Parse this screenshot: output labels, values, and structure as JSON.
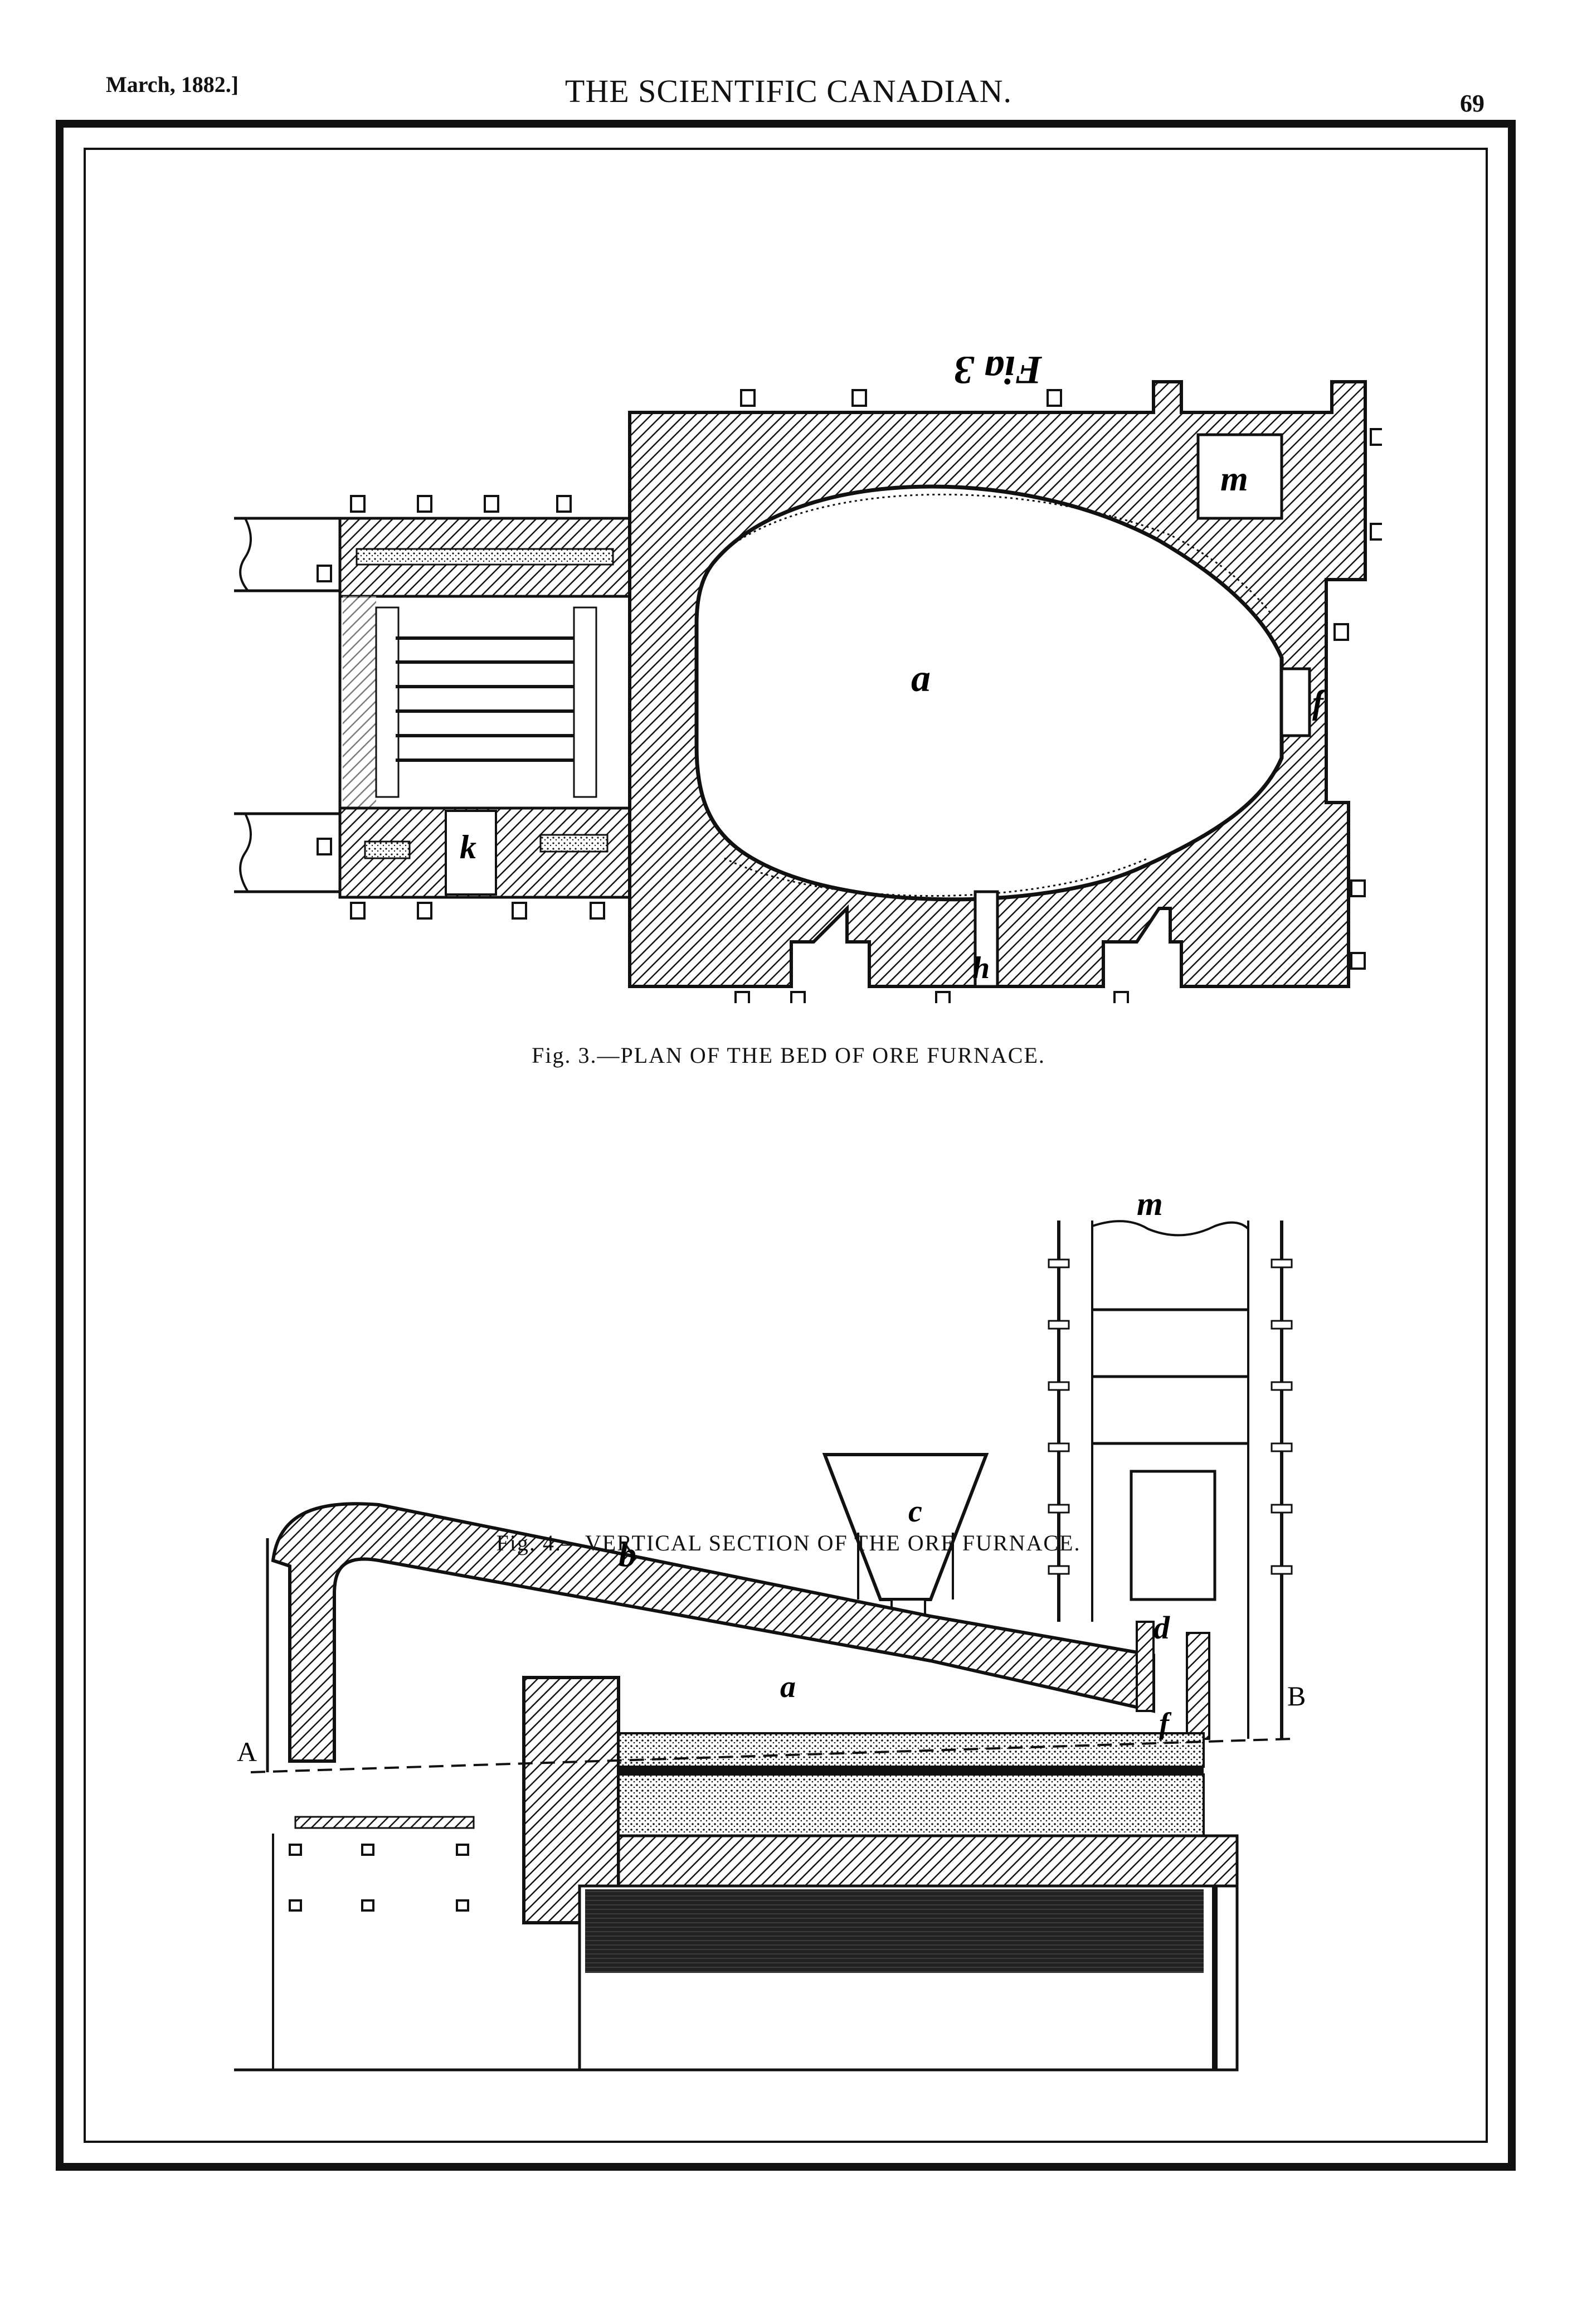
{
  "header": {
    "date": "March, 1882.]",
    "journal_title": "THE SCIENTIFIC CANADIAN.",
    "page_number": "69"
  },
  "figure3": {
    "caption": "Fig. 3.—PLAN OF THE BED OF ORE FURNACE.",
    "script_title": "Fig 3",
    "labels": {
      "a": "a",
      "m": "m",
      "f": "f",
      "k": "k",
      "h": "h"
    }
  },
  "figure4": {
    "caption": "Fig. 4.—VERTICAL SECTION OF THE ORE FURNACE.",
    "labels": {
      "m": "m",
      "c": "c",
      "b": "b",
      "d": "d",
      "a": "a",
      "f": "f",
      "A": "A",
      "B": "B"
    }
  }
}
